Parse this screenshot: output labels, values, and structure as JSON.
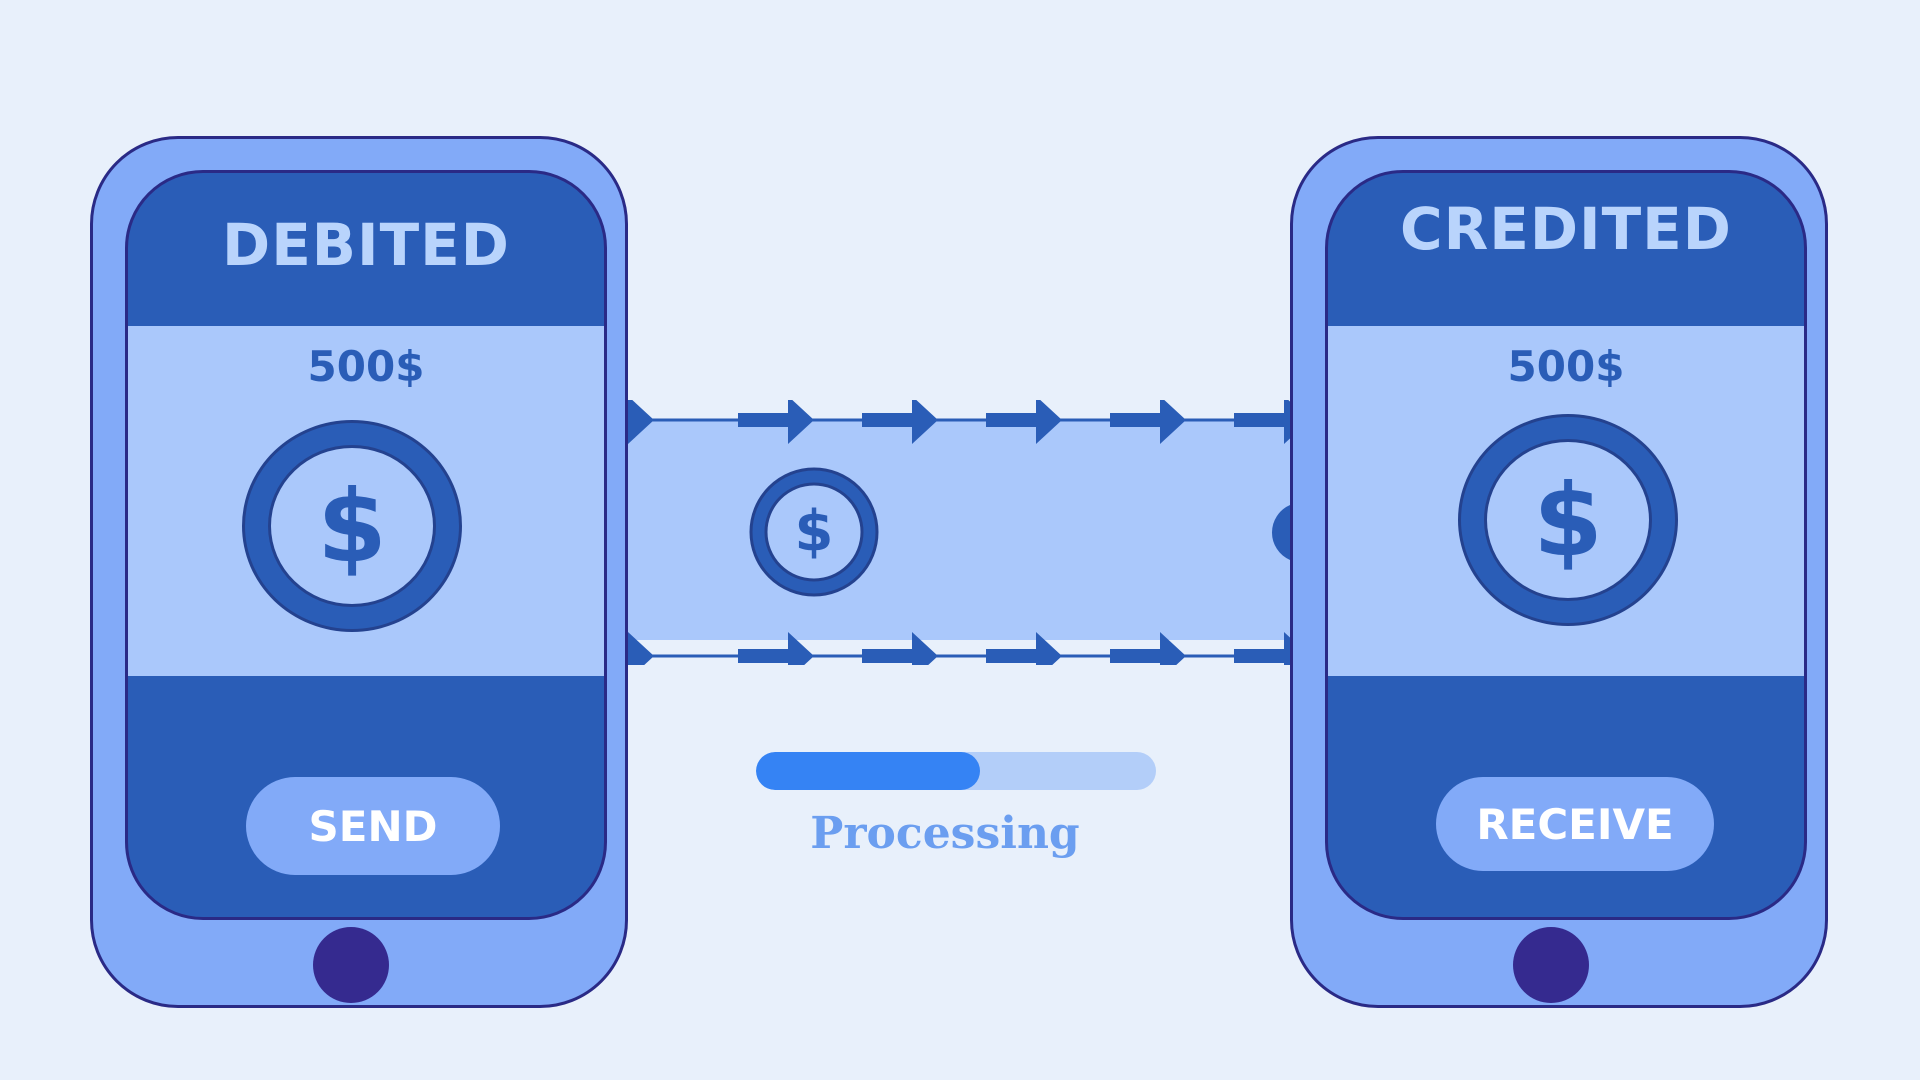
{
  "sender": {
    "title": "DEBITED",
    "amount": "500$",
    "coin_symbol": "$",
    "button_label": "SEND"
  },
  "receiver": {
    "title": "CREDITED",
    "amount": "500$",
    "coin_symbol": "$",
    "button_label": "RECEIVE"
  },
  "transfer": {
    "coin_symbol": "$",
    "icons": [
      "arrow-right-icon",
      "coin-icon"
    ]
  },
  "progress": {
    "fraction": 0.56,
    "label": "Processing"
  },
  "colors": {
    "background": "#e8f0fb",
    "phone_body": "#82aaf8",
    "screen": "#2a5db7",
    "panel": "#aac8fb",
    "home_button": "#352a8f",
    "progress_fill": "#3583f4",
    "progress_track": "#b3cef9",
    "status_text": "#6b9ef0"
  }
}
